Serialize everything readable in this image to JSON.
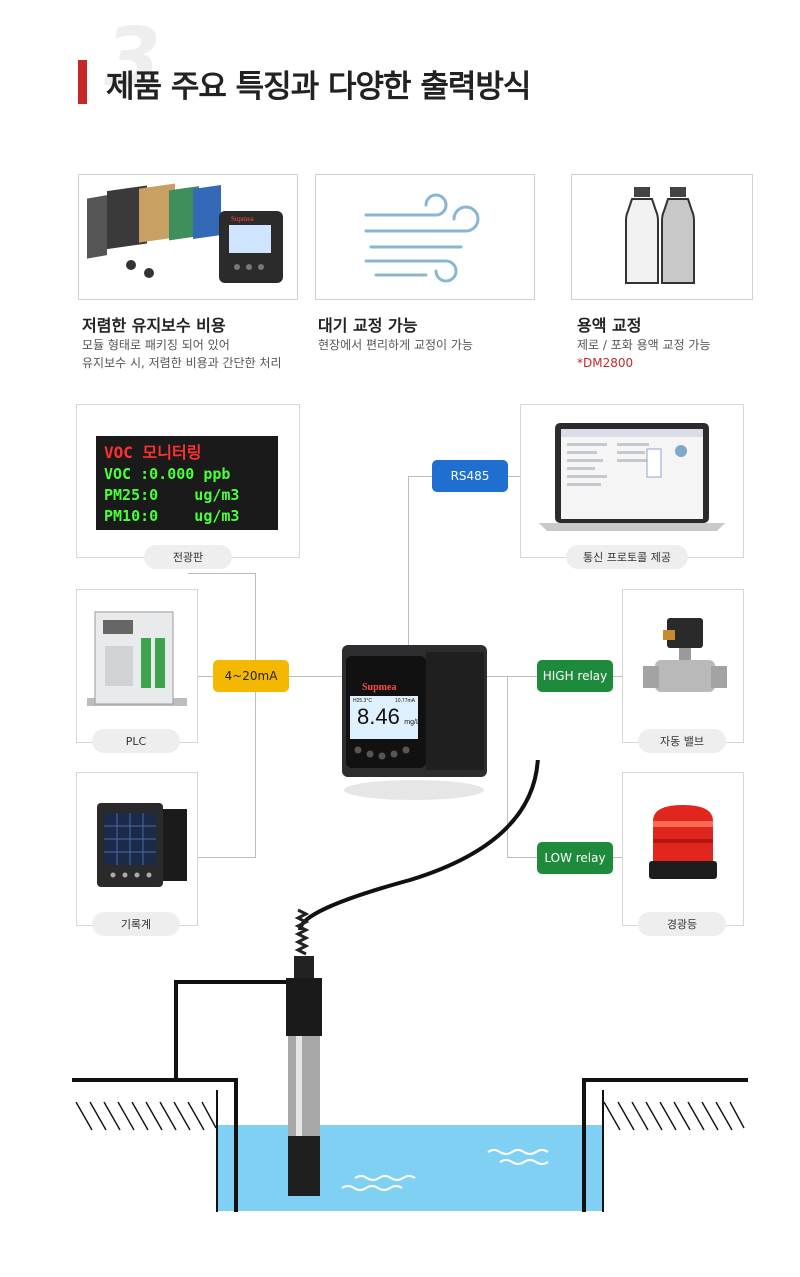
{
  "header": {
    "bg_number": "3",
    "title": "제품 주요 특징과 다양한 출력방식"
  },
  "features": [
    {
      "title": "저렴한 유지보수 비용",
      "desc": [
        "모듈 형태로 패키징 되어 있어",
        "유지보수 시, 저렴한 비용과 간단한 처리"
      ],
      "note": ""
    },
    {
      "title": "대기 교정 가능",
      "desc": [
        "현장에서 편리하게 교정이 가능"
      ],
      "note": ""
    },
    {
      "title": "용액 교정",
      "desc": [
        "제로 / 포화 용액 교정 가능"
      ],
      "note": "*DM2800"
    }
  ],
  "devices": {
    "led_panel": {
      "label": "전광판",
      "rows": [
        "VOC 모니터링",
        "VOC :0.000 ppb",
        "PM25:0    ug/m3",
        "PM10:0    ug/m3"
      ]
    },
    "plc": {
      "label": "PLC"
    },
    "recorder": {
      "label": "기록계"
    },
    "protocol": {
      "label": "통신 프로토콜 제공"
    },
    "valve": {
      "label": "자동 밸브"
    },
    "alarm_light": {
      "label": "경광등"
    }
  },
  "tags": {
    "analog": "4~20mA",
    "rs485": "RS485",
    "high_relay": "HIGH relay",
    "low_relay": "LOW relay"
  },
  "meter": {
    "brand": "Supmea",
    "temp": "H25.3°C",
    "current": "10.77mA",
    "value": "8.46",
    "unit": "mg/L"
  },
  "colors": {
    "accent_red": "#c62828",
    "yellow": "#f5b800",
    "blue": "#1f6fd1",
    "green": "#1e8a3c",
    "water": "#7fd0f3"
  }
}
